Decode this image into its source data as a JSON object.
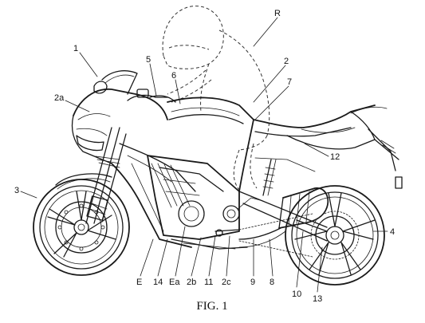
{
  "figure": {
    "caption": "FIG. 1"
  },
  "reference_labels": [
    {
      "id": "1",
      "text": "1"
    },
    {
      "id": "R",
      "text": "R"
    },
    {
      "id": "2",
      "text": "2"
    },
    {
      "id": "2a",
      "text": "2a"
    },
    {
      "id": "5",
      "text": "5"
    },
    {
      "id": "6",
      "text": "6"
    },
    {
      "id": "7",
      "text": "7"
    },
    {
      "id": "12",
      "text": "12"
    },
    {
      "id": "3",
      "text": "3"
    },
    {
      "id": "4",
      "text": "4"
    },
    {
      "id": "E",
      "text": "E"
    },
    {
      "id": "14",
      "text": "14"
    },
    {
      "id": "Ea",
      "text": "Ea"
    },
    {
      "id": "2b",
      "text": "2b"
    },
    {
      "id": "11",
      "text": "11"
    },
    {
      "id": "2c",
      "text": "2c"
    },
    {
      "id": "9",
      "text": "9"
    },
    {
      "id": "8",
      "text": "8"
    },
    {
      "id": "10",
      "text": "10"
    },
    {
      "id": "13",
      "text": "13"
    }
  ]
}
